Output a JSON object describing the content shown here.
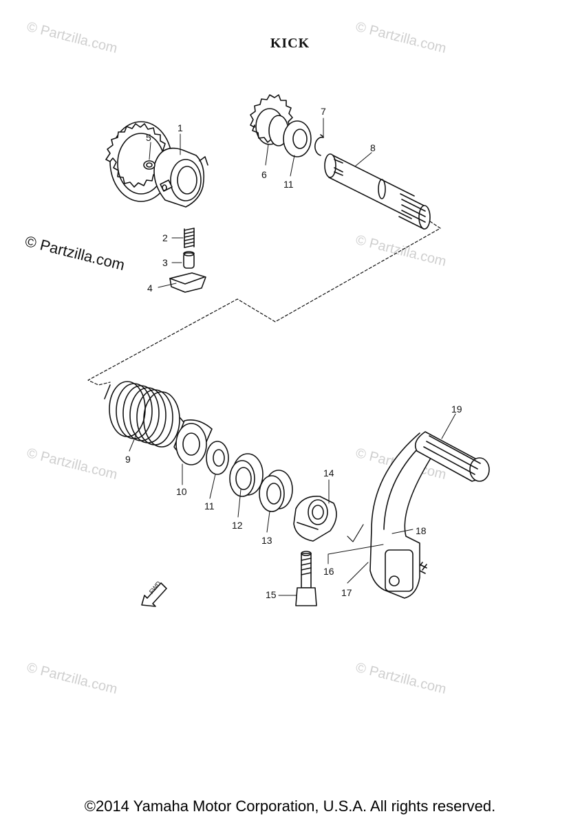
{
  "diagram": {
    "title": "KICK",
    "footer": "©2014 Yamaha Motor Corporation, U.S.A. All rights reserved.",
    "watermark": "© Partzilla.com",
    "fwd_label": "FWD",
    "callouts": [
      "1",
      "2",
      "3",
      "4",
      "5",
      "6",
      "7",
      "8",
      "9",
      "10",
      "11",
      "11",
      "12",
      "13",
      "14",
      "15",
      "16",
      "17",
      "18",
      "19"
    ]
  }
}
